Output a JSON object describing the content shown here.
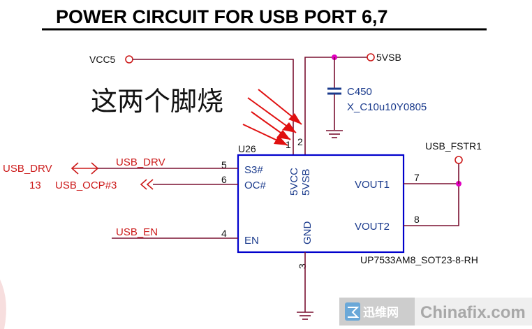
{
  "title": "POWER CIRCUIT FOR USB PORT 6,7",
  "annotation": "这两个脚烧",
  "nets": {
    "vcc5": "VCC5",
    "vsb5": "5VSB",
    "usb_drv": "USB_DRV",
    "usb_drv_ext": "USB_DRV",
    "usb_ocp": "USB_OCP#3",
    "usb_ocp_ref": "13",
    "usb_en": "USB_EN",
    "usb_fstr": "USB_FSTR1"
  },
  "capacitor": {
    "ref": "C450",
    "value": "X_C10u10Y0805"
  },
  "chip": {
    "ref": "U26",
    "part": "UP7533AM8_SOT23-8-RH",
    "pins": {
      "s3": {
        "name": "S3#",
        "num": "5"
      },
      "oc": {
        "name": "OC#",
        "num": "6"
      },
      "en": {
        "name": "EN",
        "num": "4"
      },
      "vcc": {
        "name": "5VCC",
        "num": "1"
      },
      "vsb": {
        "name": "5VSB",
        "num": "2"
      },
      "gnd": {
        "name": "GND",
        "num": "3"
      },
      "vout1": {
        "name": "VOUT1",
        "num": "7"
      },
      "vout2": {
        "name": "VOUT2",
        "num": "8"
      }
    }
  },
  "watermark": {
    "brand": "迅维网",
    "site": "Chinafix.com"
  },
  "colors": {
    "chip_border": "#0000cc",
    "wire": "#7a1030",
    "red": "#cc1a1a",
    "blue": "#1a3a8c",
    "junction": "#e000c0"
  }
}
